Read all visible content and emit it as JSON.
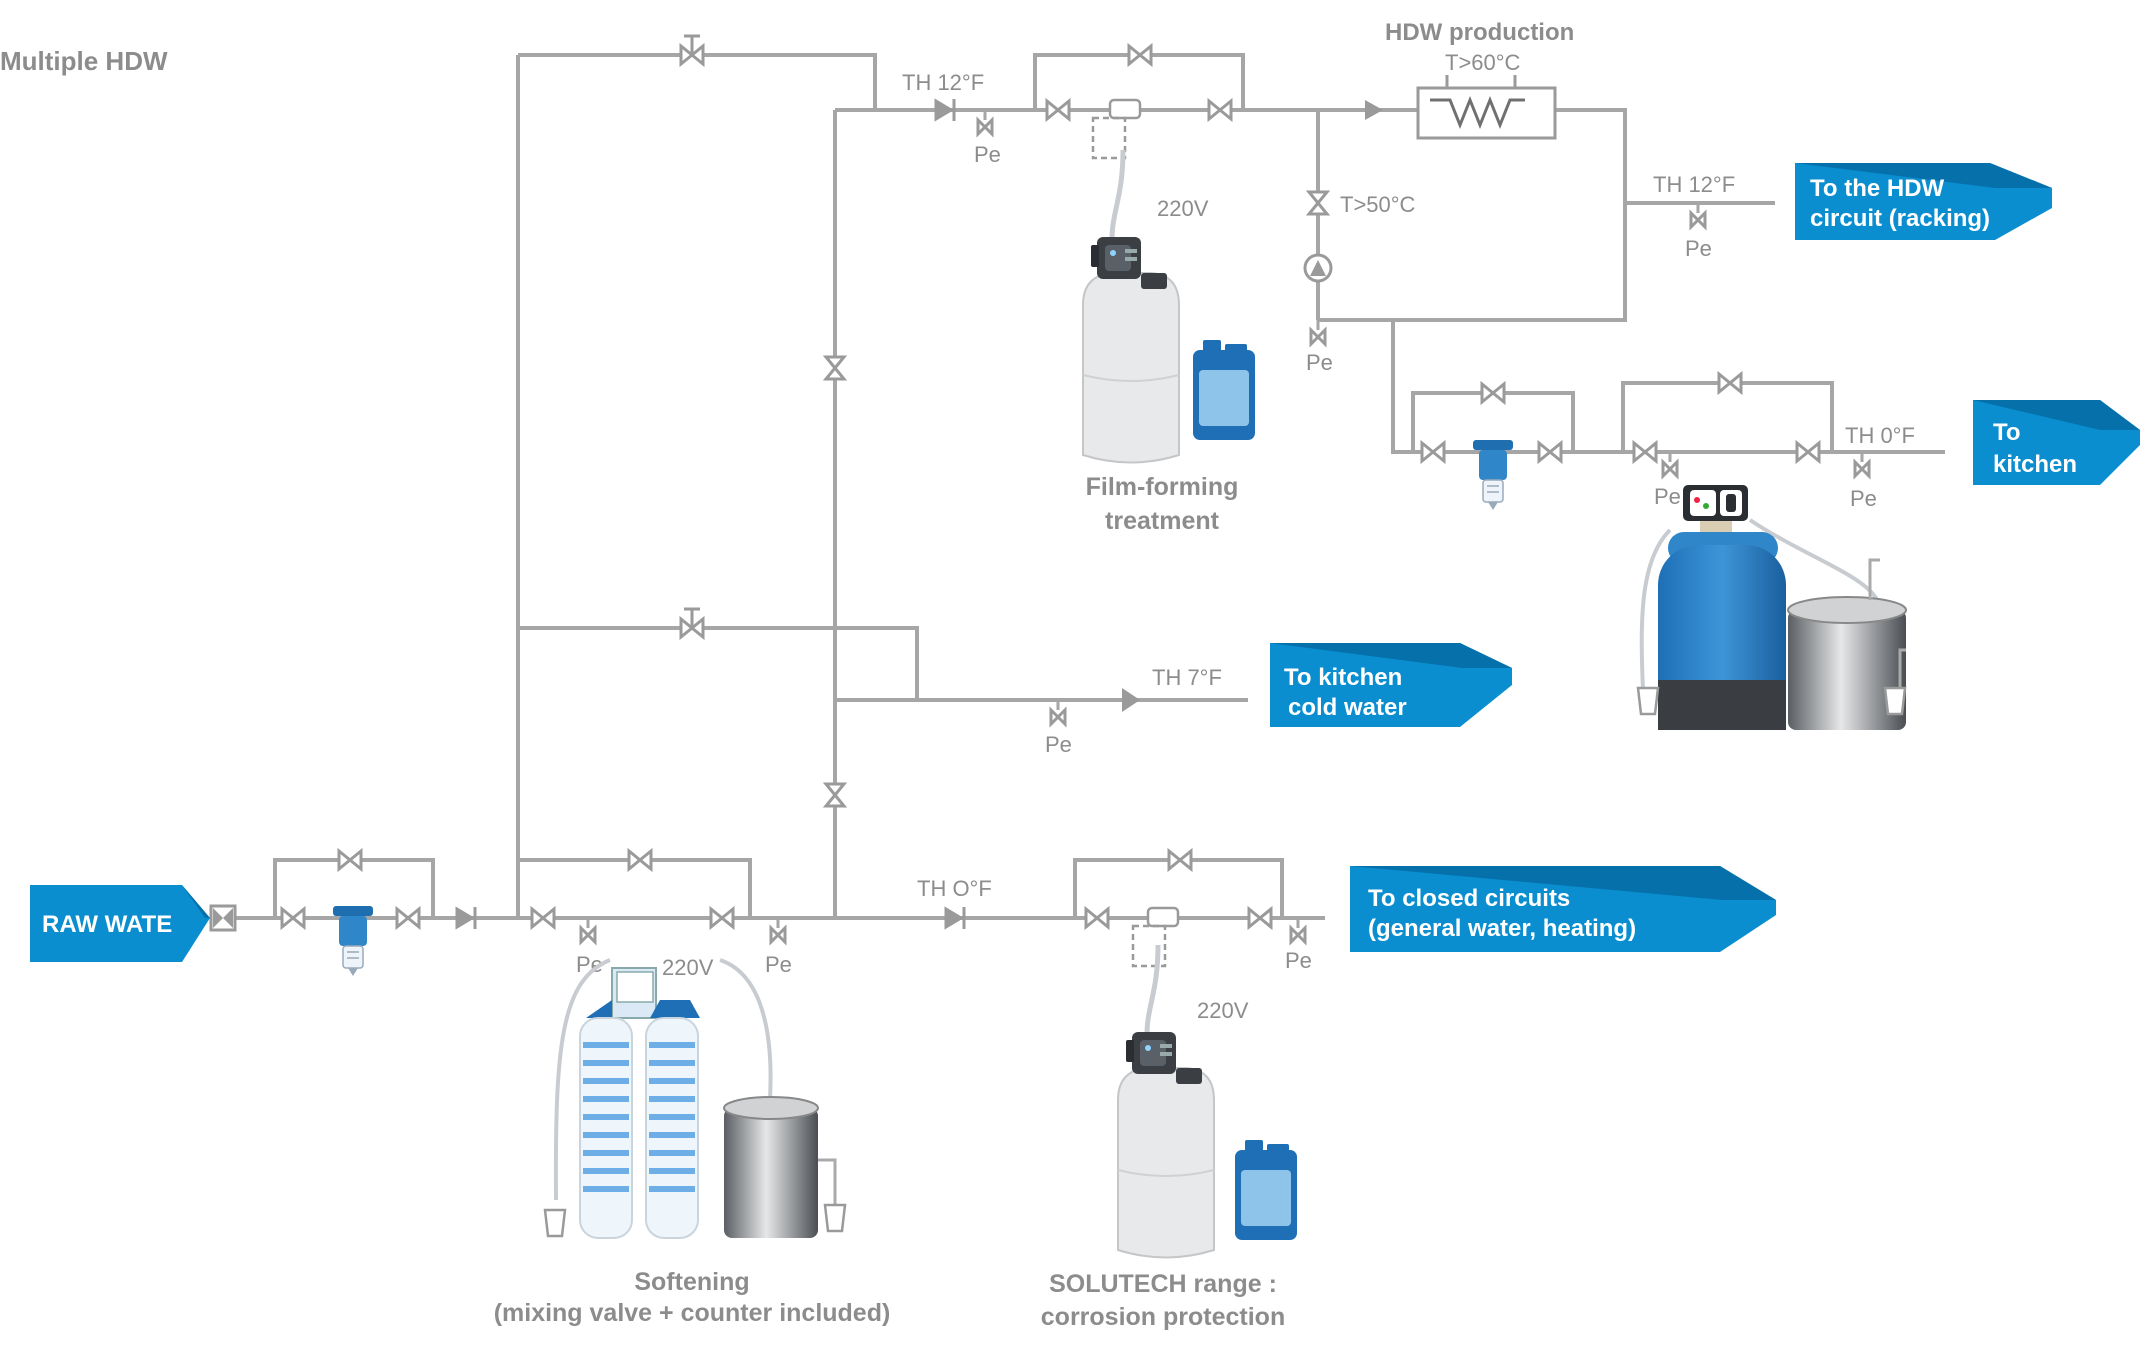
{
  "title": "Multiple HDW",
  "blocks": {
    "raw_water": "RAW WATE",
    "hdw_circuit": [
      "To the HDW",
      "circuit (racking)"
    ],
    "kitchen": [
      "To",
      "kitchen"
    ],
    "kitchen_cold": [
      "To kitchen",
      "cold water"
    ],
    "closed_circuits": [
      "To closed circuits",
      "(general water, heating)"
    ]
  },
  "labels": {
    "hdw_production": "HDW production",
    "t60": "T>60°C",
    "t50": "T>50°C",
    "th12_top": "TH 12°F",
    "th12_right": "TH 12°F",
    "th0_kitchen": "TH 0°F",
    "th7": "TH 7°F",
    "th0_main": "TH O°F",
    "pe": "Pe",
    "v220": "220V"
  },
  "captions": {
    "film_forming": [
      "Film-forming",
      "treatment"
    ],
    "softening": [
      "Softening",
      "(mixing valve + counter included)"
    ],
    "solutech": [
      "SOLUTECH range :",
      "corrosion protection"
    ]
  },
  "colors": {
    "pipe": "#a6a6a6",
    "text_grey": "#8c8c8c",
    "block_blue": "#0a8ed0",
    "block_blue_dark": "#0670aa",
    "equipment_blue": "#2f86c8"
  },
  "icons": [
    "gate-valve-icon",
    "check-valve-icon",
    "pump-icon",
    "heat-exchanger-icon",
    "filter-icon",
    "water-meter-icon",
    "dosing-pump-icon",
    "canister-icon",
    "softener-tank-icon",
    "brine-tank-icon",
    "beaker-icon"
  ]
}
